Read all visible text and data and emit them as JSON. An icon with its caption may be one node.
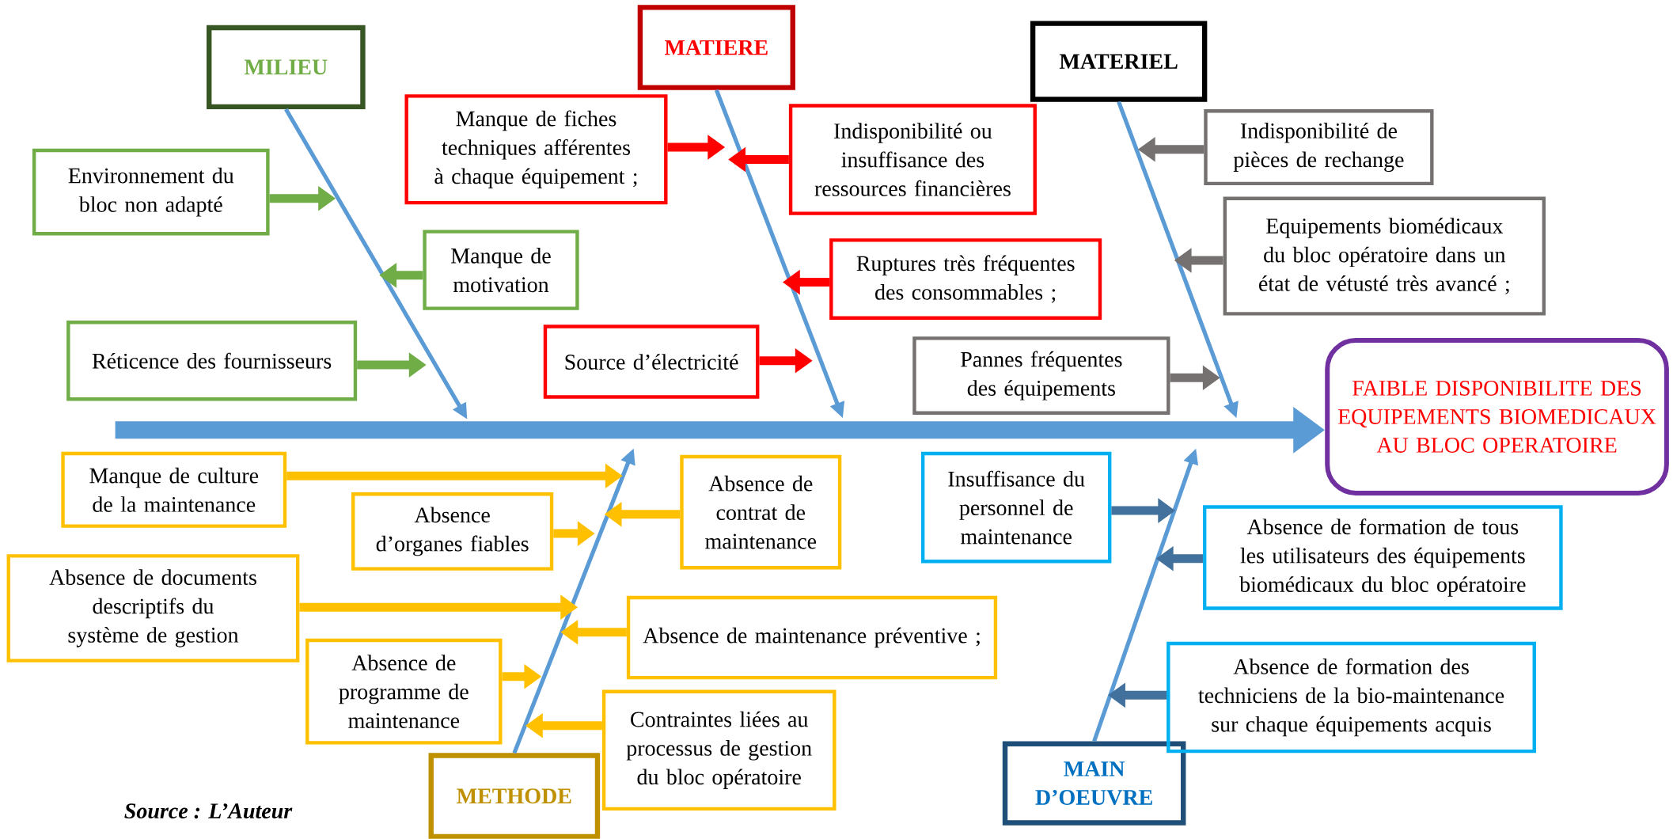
{
  "diagram": {
    "caption": "Source : L’Auteur",
    "nodes": [
      {
        "text": [
          "MILIEU"
        ]
      },
      {
        "text": [
          "MATIERE"
        ]
      },
      {
        "text": [
          "MATERIEL"
        ]
      },
      {
        "text": [
          "METHODE"
        ]
      },
      {
        "text": [
          "MAIN D’OEUVRE"
        ]
      },
      {
        "text": [
          "FAIBLE DISPONIBILITE DES EQUIPEMENTS BIOMEDICAUX AU BLOC OPERATOIRE"
        ]
      },
      {
        "text": [
          "Environnement du bloc non adapté"
        ]
      },
      {
        "text": [
          "Manque de motivation"
        ]
      },
      {
        "text": [
          "Réticence des fournisseurs"
        ]
      },
      {
        "text": [
          "Manque de fiches techniques afférentes à chaque équipement ;"
        ]
      },
      {
        "text": [
          "Indisponibilité ou insuffisance des ressources financières"
        ]
      },
      {
        "text": [
          "Ruptures très fréquentes des consommables ;"
        ]
      },
      {
        "text": [
          "Source d’électricité"
        ]
      },
      {
        "text": [
          "Indisponibilité de pièces de rechange"
        ]
      },
      {
        "text": [
          "Equipements biomédicaux du bloc opératoire dans un état de vétusté très avancé ;"
        ]
      },
      {
        "text": [
          "Pannes fréquentes des équipements"
        ]
      },
      {
        "text": [
          "Manque de culture de la maintenance"
        ]
      },
      {
        "text": [
          "Absence d’organes fiables"
        ]
      },
      {
        "text": [
          "Absence de contrat de maintenance"
        ]
      },
      {
        "text": [
          "Absence de documents descriptifs du système de gestion"
        ]
      },
      {
        "text": [
          "Absence de maintenance préventive ;"
        ]
      },
      {
        "text": [
          "Absence de programme de maintenance"
        ]
      },
      {
        "text": [
          "Contraintes liées au processus de gestion du bloc opératoire"
        ]
      },
      {
        "text": [
          "Insuffisance du personnel de maintenance"
        ]
      },
      {
        "text": [
          "Absence de formation de tous les utilisateurs des équipements biomédicaux du bloc opératoire"
        ]
      },
      {
        "text": [
          "Absence de formation des techniciens de la bio-maintenance sur chaque équipements acquis"
        ]
      }
    ],
    "edges": [
      {
        "from": null,
        "to": 5,
        "arrow": "to",
        "style": "thick",
        "color": "#5b9bd5"
      },
      {
        "from": 0,
        "to": null,
        "arrow": "to",
        "color": "#5b9bd5"
      },
      {
        "from": 1,
        "to": null,
        "arrow": "to",
        "color": "#5b9bd5"
      },
      {
        "from": 2,
        "to": null,
        "arrow": "to",
        "color": "#5b9bd5"
      },
      {
        "from": 3,
        "to": null,
        "arrow": "to",
        "color": "#5b9bd5"
      },
      {
        "from": 4,
        "to": null,
        "arrow": "to",
        "color": "#5b9bd5"
      },
      {
        "from": 6,
        "to": null,
        "arrow": "to",
        "color": "#70ad47"
      },
      {
        "from": 7,
        "to": null,
        "arrow": "to",
        "color": "#70ad47"
      },
      {
        "from": 8,
        "to": null,
        "arrow": "to",
        "color": "#70ad47"
      },
      {
        "from": 9,
        "to": null,
        "arrow": "to",
        "color": "#ff0000"
      },
      {
        "from": 10,
        "to": null,
        "arrow": "to",
        "color": "#ff0000"
      },
      {
        "from": 11,
        "to": null,
        "arrow": "to",
        "color": "#ff0000"
      },
      {
        "from": 12,
        "to": null,
        "arrow": "to",
        "color": "#ff0000"
      },
      {
        "from": 13,
        "to": null,
        "arrow": "to",
        "color": "#767171"
      },
      {
        "from": 14,
        "to": null,
        "arrow": "to",
        "color": "#767171"
      },
      {
        "from": 15,
        "to": null,
        "arrow": "to",
        "color": "#767171"
      },
      {
        "from": 16,
        "to": null,
        "arrow": "to",
        "color": "#ffc000"
      },
      {
        "from": 17,
        "to": null,
        "arrow": "to",
        "color": "#ffc000"
      },
      {
        "from": 18,
        "to": null,
        "arrow": "to",
        "color": "#ffc000"
      },
      {
        "from": 19,
        "to": null,
        "arrow": "to",
        "color": "#ffc000"
      },
      {
        "from": 20,
        "to": null,
        "arrow": "to",
        "color": "#ffc000"
      },
      {
        "from": 21,
        "to": null,
        "arrow": "to",
        "color": "#ffc000"
      },
      {
        "from": 22,
        "to": null,
        "arrow": "to",
        "color": "#ffc000"
      },
      {
        "from": 23,
        "to": null,
        "arrow": "to",
        "color": "#41719c"
      },
      {
        "from": 24,
        "to": null,
        "arrow": "to",
        "color": "#41719c"
      },
      {
        "from": 25,
        "to": null,
        "arrow": "to",
        "color": "#41719c"
      }
    ]
  }
}
